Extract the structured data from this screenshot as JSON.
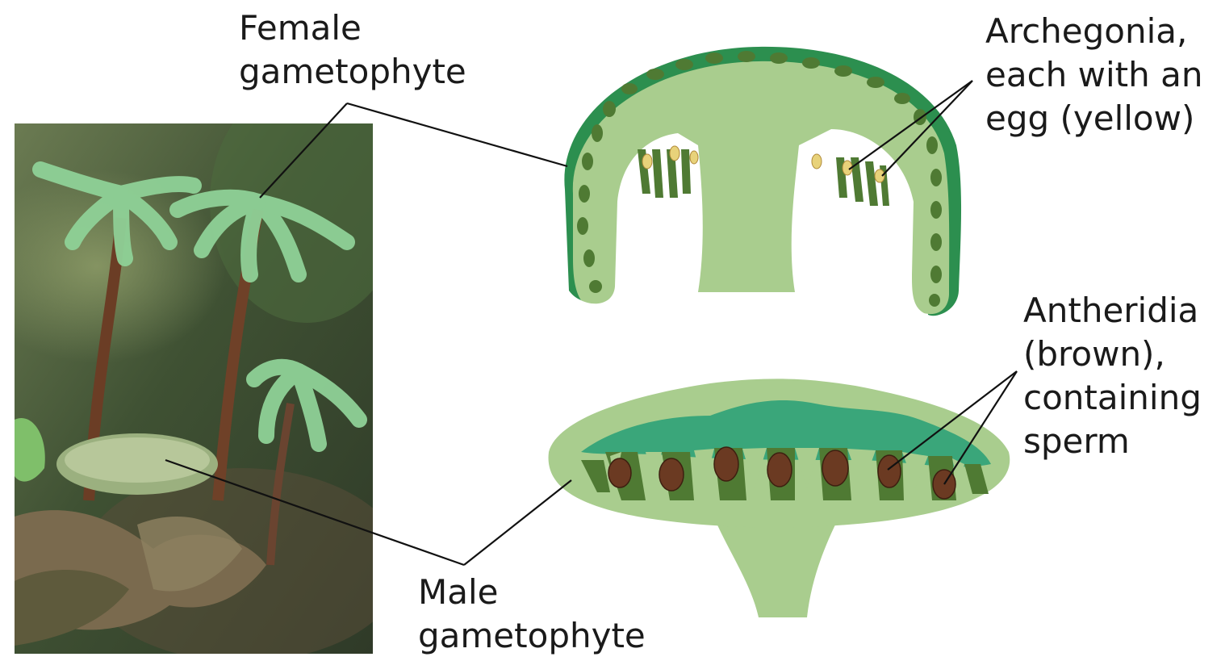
{
  "labels": {
    "female": [
      "Female",
      "gametophyte"
    ],
    "archegonia": [
      "Archegonia,",
      "each with an",
      "egg (yellow)"
    ],
    "antheridia": [
      "Antheridia",
      "(brown),",
      "containing",
      "sperm"
    ],
    "male": [
      "Male",
      "gametophyte"
    ]
  },
  "colors": {
    "tissue_light": "#a9cd8e",
    "tissue_dark": "#2c8f4f",
    "teal_band": "#3aa67a",
    "cavity": "#4f7a33",
    "egg": "#e8d27a",
    "sperm": "#6b3a22",
    "photo_bg": "#4b5a3c"
  },
  "icons": [
    "moss-photo-illustration",
    "archegoniophore-cross-section",
    "antheridiophore-cross-section"
  ]
}
